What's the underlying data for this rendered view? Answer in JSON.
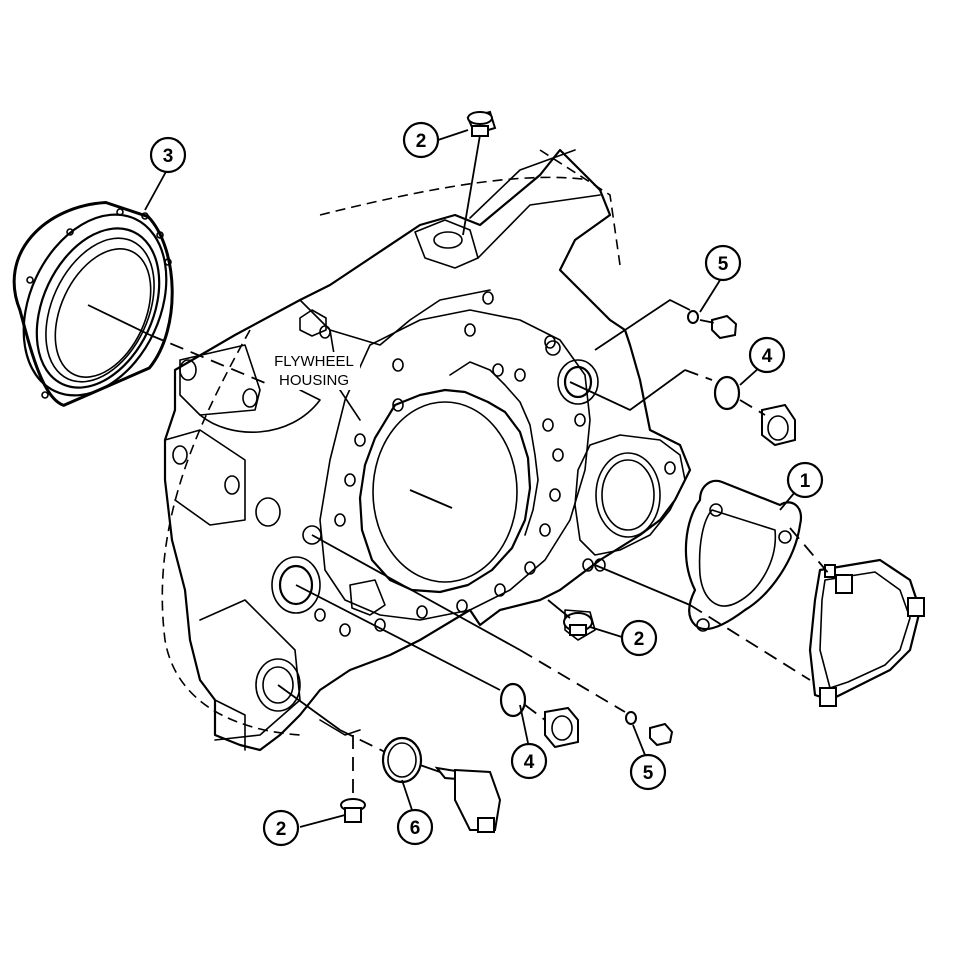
{
  "housing_label": {
    "line1": "FLYWHEEL",
    "line2": "HOUSING"
  },
  "callouts": {
    "c1": "1",
    "c2_top": "2",
    "c2_mid": "2",
    "c2_bottom": "2",
    "c3": "3",
    "c4_top": "4",
    "c4_bottom": "4",
    "c5_top": "5",
    "c5_bottom": "5",
    "c6": "6"
  }
}
